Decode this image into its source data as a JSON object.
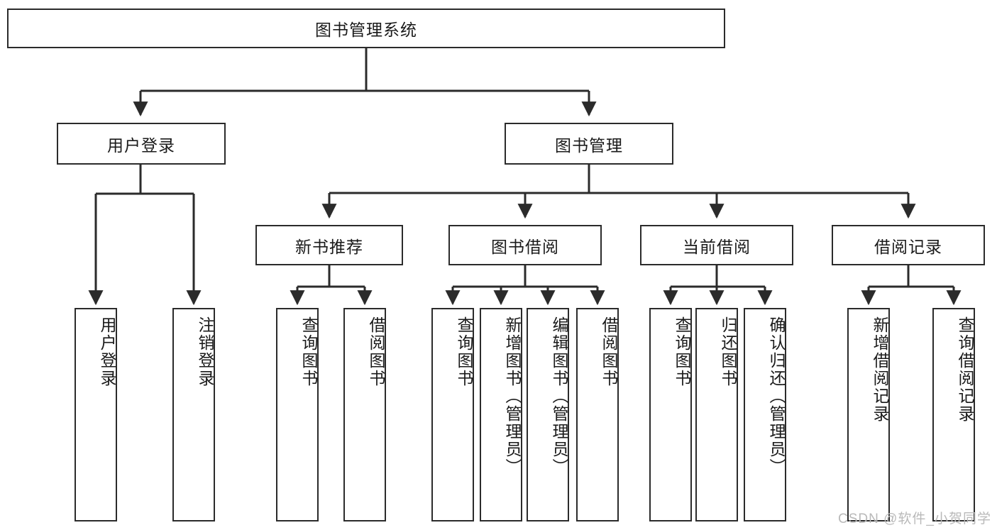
{
  "diagram": {
    "title": "图书管理系统",
    "watermark": "CSDN @软件_小贺同学",
    "stroke_color": "#2b2b2b",
    "background_color": "#ffffff",
    "root": {
      "label": "图书管理系统"
    },
    "level1": [
      {
        "label": "用户登录"
      },
      {
        "label": "图书管理"
      }
    ],
    "level2": [
      {
        "label": "新书推荐"
      },
      {
        "label": "图书借阅"
      },
      {
        "label": "当前借阅"
      },
      {
        "label": "借阅记录"
      }
    ],
    "leaves": {
      "user_login": [
        {
          "label": "用户登录"
        },
        {
          "label": "注销登录"
        }
      ],
      "new_book": [
        {
          "label": "查询图书"
        },
        {
          "label": "借阅图书"
        }
      ],
      "borrow": [
        {
          "label": "查询图书"
        },
        {
          "label": "新增图书（管理员）"
        },
        {
          "label": "编辑图书（管理员）"
        },
        {
          "label": "借阅图书"
        }
      ],
      "current": [
        {
          "label": "查询图书"
        },
        {
          "label": "归还图书"
        },
        {
          "label": "确认归还（管理员）"
        }
      ],
      "records": [
        {
          "label": "新增借阅记录"
        },
        {
          "label": "查询借阅记录"
        }
      ]
    }
  }
}
